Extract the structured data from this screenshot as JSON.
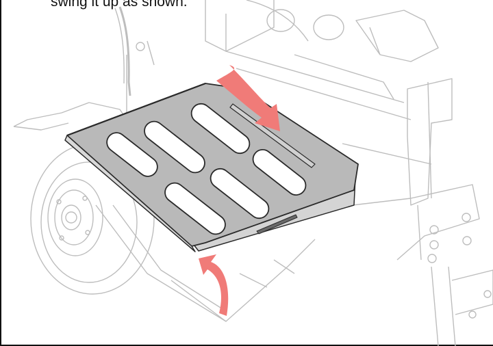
{
  "caption": "swing it up as shown.",
  "colors": {
    "arrow": "#f07b78",
    "tray_fill": "#b9b9b9",
    "tray_stroke": "#2a2a2a",
    "faded_line": "#bdbdbd",
    "border": "#111111"
  },
  "icons": {
    "arrow_top": "curved-arrow-down-right",
    "arrow_bottom": "curved-arrow-up"
  }
}
